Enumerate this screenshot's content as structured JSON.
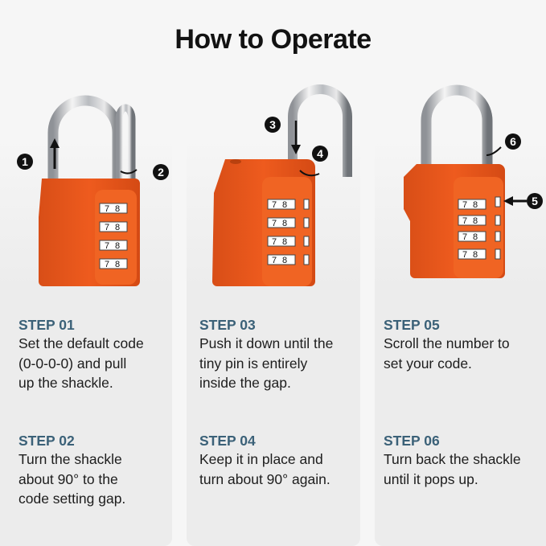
{
  "header": {
    "title": "How to Operate"
  },
  "colors": {
    "lock_body": "#e8561b",
    "step_heading": "#3b6178",
    "body_text": "#1d1d1d",
    "panel": "#ececec",
    "background": "#f6f6f6"
  },
  "illustrations": [
    {
      "label": "lock-step-1-2",
      "markers": [
        "1",
        "2"
      ],
      "dial_digits": [
        "7",
        "8"
      ]
    },
    {
      "label": "lock-step-3-4",
      "markers": [
        "3",
        "4"
      ],
      "dial_digits": [
        "7",
        "8"
      ]
    },
    {
      "label": "lock-step-5-6",
      "markers": [
        "5",
        "6"
      ],
      "dial_digits": [
        "7",
        "8"
      ]
    }
  ],
  "columns": [
    {
      "steps": [
        {
          "heading": "STEP 01",
          "text": "Set the default code\n(0-0-0-0) and pull\nup the shackle."
        },
        {
          "heading": "STEP 02",
          "text": "Turn the shackle\nabout 90° to the\ncode setting gap."
        }
      ]
    },
    {
      "steps": [
        {
          "heading": "STEP 03",
          "text": "Push it down until the\ntiny pin is entirely\ninside the gap."
        },
        {
          "heading": "STEP 04",
          "text": "Keep it in place and\nturn about 90° again."
        }
      ]
    },
    {
      "steps": [
        {
          "heading": "STEP 05",
          "text": "Scroll the number to\nset your code."
        },
        {
          "heading": "STEP 06",
          "text": "Turn back the shackle\nuntil it pops up."
        }
      ]
    }
  ]
}
